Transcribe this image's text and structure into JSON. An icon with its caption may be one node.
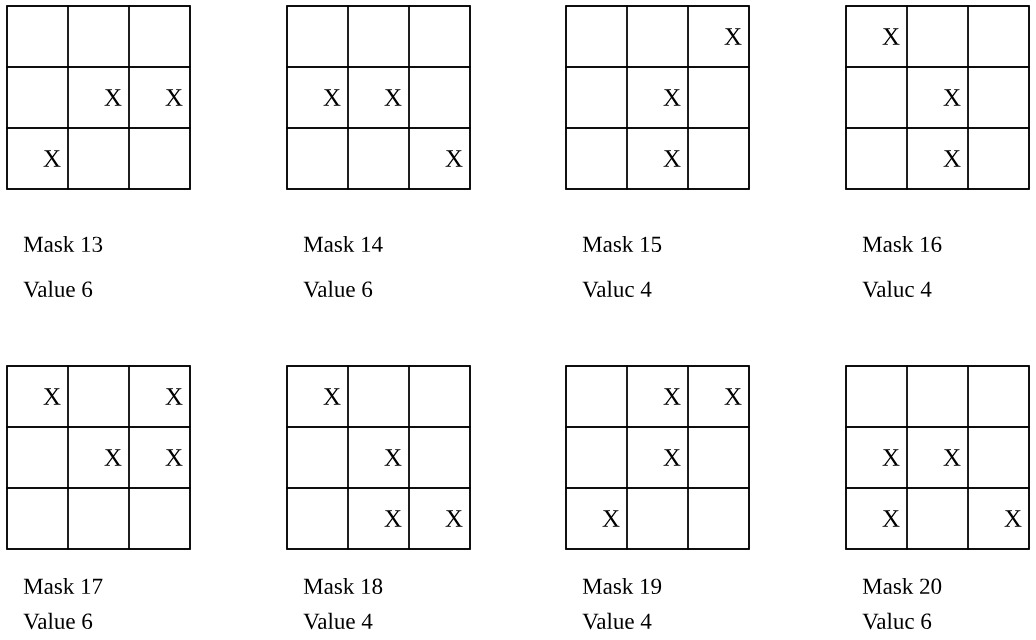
{
  "diagram": {
    "nodes": [
      {
        "text": [],
        "shape": "box",
        "beside": [
          "Mask 13",
          "Value 6"
        ]
      },
      {
        "text": [],
        "shape": "box",
        "in": 0
      },
      {
        "text": [],
        "shape": "box",
        "in": 0
      },
      {
        "text": [],
        "shape": "box",
        "in": 0
      },
      {
        "text": [],
        "shape": "box",
        "in": 0
      },
      {
        "text": [
          "X"
        ],
        "in": 0
      },
      {
        "text": [
          "X"
        ],
        "in": 0
      },
      {
        "text": [
          "X"
        ],
        "in": 0
      },
      {
        "text": [],
        "shape": "box",
        "in": 0
      },
      {
        "text": [],
        "shape": "box",
        "in": 0
      },
      {
        "text": [],
        "shape": "box",
        "beside": [
          "Mask 14",
          "Value 6"
        ]
      },
      {
        "text": [],
        "shape": "box",
        "in": 10
      },
      {
        "text": [],
        "shape": "box",
        "in": 10
      },
      {
        "text": [],
        "shape": "box",
        "in": 10
      },
      {
        "text": [
          "X"
        ],
        "in": 10
      },
      {
        "text": [
          "X"
        ],
        "in": 10
      },
      {
        "text": [],
        "shape": "box",
        "in": 10
      },
      {
        "text": [],
        "shape": "box",
        "in": 10
      },
      {
        "text": [],
        "shape": "box",
        "in": 10
      },
      {
        "text": [
          "X"
        ],
        "in": 10
      },
      {
        "text": [],
        "shape": "box",
        "beside": [
          "Mask 15",
          "Valuc 4"
        ]
      },
      {
        "text": [],
        "shape": "box",
        "in": 20
      },
      {
        "text": [],
        "shape": "box",
        "in": 20
      },
      {
        "text": [
          "X"
        ],
        "in": 20
      },
      {
        "text": [],
        "shape": "box",
        "in": 20
      },
      {
        "text": [
          "X"
        ],
        "in": 20
      },
      {
        "text": [],
        "shape": "box",
        "in": 20
      },
      {
        "text": [],
        "shape": "box",
        "in": 20
      },
      {
        "text": [
          "X"
        ],
        "in": 20
      },
      {
        "text": [],
        "shape": "box",
        "in": 20
      },
      {
        "text": [],
        "shape": "box",
        "beside": [
          "Mask 16",
          "Valuc 4"
        ]
      },
      {
        "text": [
          "X"
        ],
        "in": 30
      },
      {
        "text": [],
        "shape": "box",
        "in": 30
      },
      {
        "text": [],
        "shape": "box",
        "in": 30
      },
      {
        "text": [],
        "shape": "box",
        "in": 30
      },
      {
        "text": [
          "X"
        ],
        "in": 30
      },
      {
        "text": [],
        "shape": "box",
        "in": 30
      },
      {
        "text": [],
        "shape": "box",
        "in": 30
      },
      {
        "text": [
          "X"
        ],
        "in": 30
      },
      {
        "text": [],
        "shape": "box",
        "in": 30
      },
      {
        "text": [],
        "shape": "box",
        "beside": [
          "Mask 17",
          "Value 6"
        ]
      },
      {
        "text": [
          "X"
        ],
        "in": 40
      },
      {
        "text": [],
        "shape": "box",
        "in": 40
      },
      {
        "text": [
          "X"
        ],
        "in": 40
      },
      {
        "text": [],
        "shape": "box",
        "in": 40
      },
      {
        "text": [
          "X"
        ],
        "in": 40
      },
      {
        "text": [
          "X"
        ],
        "in": 40
      },
      {
        "text": [],
        "shape": "box",
        "in": 40
      },
      {
        "text": [],
        "shape": "box",
        "in": 40
      },
      {
        "text": [],
        "shape": "box",
        "in": 40
      },
      {
        "text": [],
        "shape": "box",
        "beside": [
          "Mask 18",
          "Value 4"
        ]
      },
      {
        "text": [
          "X"
        ],
        "in": 50
      },
      {
        "text": [],
        "shape": "box",
        "in": 50
      },
      {
        "text": [],
        "shape": "box",
        "in": 50
      },
      {
        "text": [],
        "shape": "box",
        "in": 50
      },
      {
        "text": [
          "X"
        ],
        "in": 50
      },
      {
        "text": [],
        "shape": "box",
        "in": 50
      },
      {
        "text": [],
        "shape": "box",
        "in": 50
      },
      {
        "text": [
          "X"
        ],
        "in": 50
      },
      {
        "text": [
          "X"
        ],
        "in": 50
      },
      {
        "text": [],
        "shape": "box",
        "beside": [
          "Mask 19",
          "Value 4"
        ]
      },
      {
        "text": [],
        "shape": "box",
        "in": 60
      },
      {
        "text": [
          "X"
        ],
        "in": 60
      },
      {
        "text": [
          "X"
        ],
        "in": 60
      },
      {
        "text": [],
        "shape": "box",
        "in": 60
      },
      {
        "text": [
          "X"
        ],
        "in": 60
      },
      {
        "text": [],
        "shape": "box",
        "in": 60
      },
      {
        "text": [
          "X"
        ],
        "in": 60
      },
      {
        "text": [],
        "shape": "box",
        "in": 60
      },
      {
        "text": [],
        "shape": "box",
        "in": 60
      },
      {
        "text": [],
        "shape": "box",
        "beside": [
          "Mask 20",
          "Valuc 6"
        ]
      },
      {
        "text": [],
        "shape": "box",
        "in": 70
      },
      {
        "text": [],
        "shape": "box",
        "in": 70
      },
      {
        "text": [],
        "shape": "box",
        "in": 70
      },
      {
        "text": [
          "X"
        ],
        "in": 70
      },
      {
        "text": [
          "X"
        ],
        "in": 70
      },
      {
        "text": [],
        "shape": "box",
        "in": 70
      },
      {
        "text": [
          "X"
        ],
        "in": 70
      },
      {
        "text": [],
        "shape": "box",
        "in": 70
      },
      {
        "text": [
          "X"
        ],
        "in": 70
      }
    ]
  }
}
